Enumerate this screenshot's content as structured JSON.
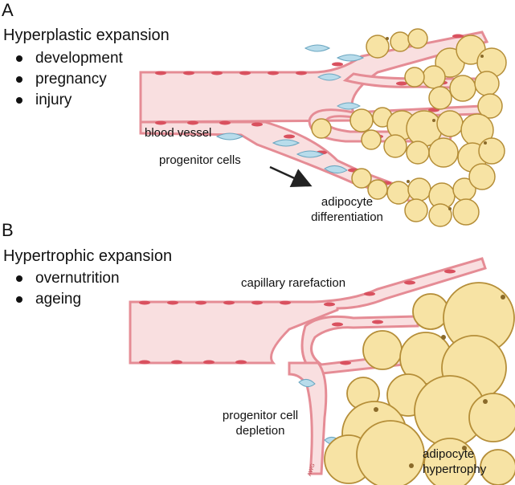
{
  "panel_a": {
    "letter": "A",
    "heading": "Hyperplastic expansion",
    "bullets": [
      "development",
      "pregnancy",
      "injury"
    ],
    "labels": {
      "blood_vessel": "blood vessel",
      "progenitor_cells": "progenitor cells",
      "adipocyte_differentiation_1": "adipocyte",
      "adipocyte_differentiation_2": "differentiation"
    }
  },
  "panel_b": {
    "letter": "B",
    "heading": "Hypertrophic expansion",
    "bullets": [
      "overnutrition",
      "ageing"
    ],
    "labels": {
      "capillary_rarefaction": "capillary rarefaction",
      "progenitor_cell_depletion_1": "progenitor cell",
      "progenitor_cell_depletion_2": "depletion",
      "adipocyte_hypertrophy_1": "adipocyte",
      "adipocyte_hypertrophy_2": "hypertrophy",
      "watermark": "AWG"
    }
  },
  "colors": {
    "vessel_fill": "#f9dfe0",
    "vessel_wall": "#e58c95",
    "endothelial_nucleus": "#d9515f",
    "adipocyte_fill": "#f7e3a4",
    "adipocyte_edge": "#b58e38",
    "adipocyte_nucleus": "#8a6a2a",
    "progenitor_fill": "#b8dceb",
    "progenitor_edge": "#6aa6c0",
    "arrow": "#222222"
  }
}
